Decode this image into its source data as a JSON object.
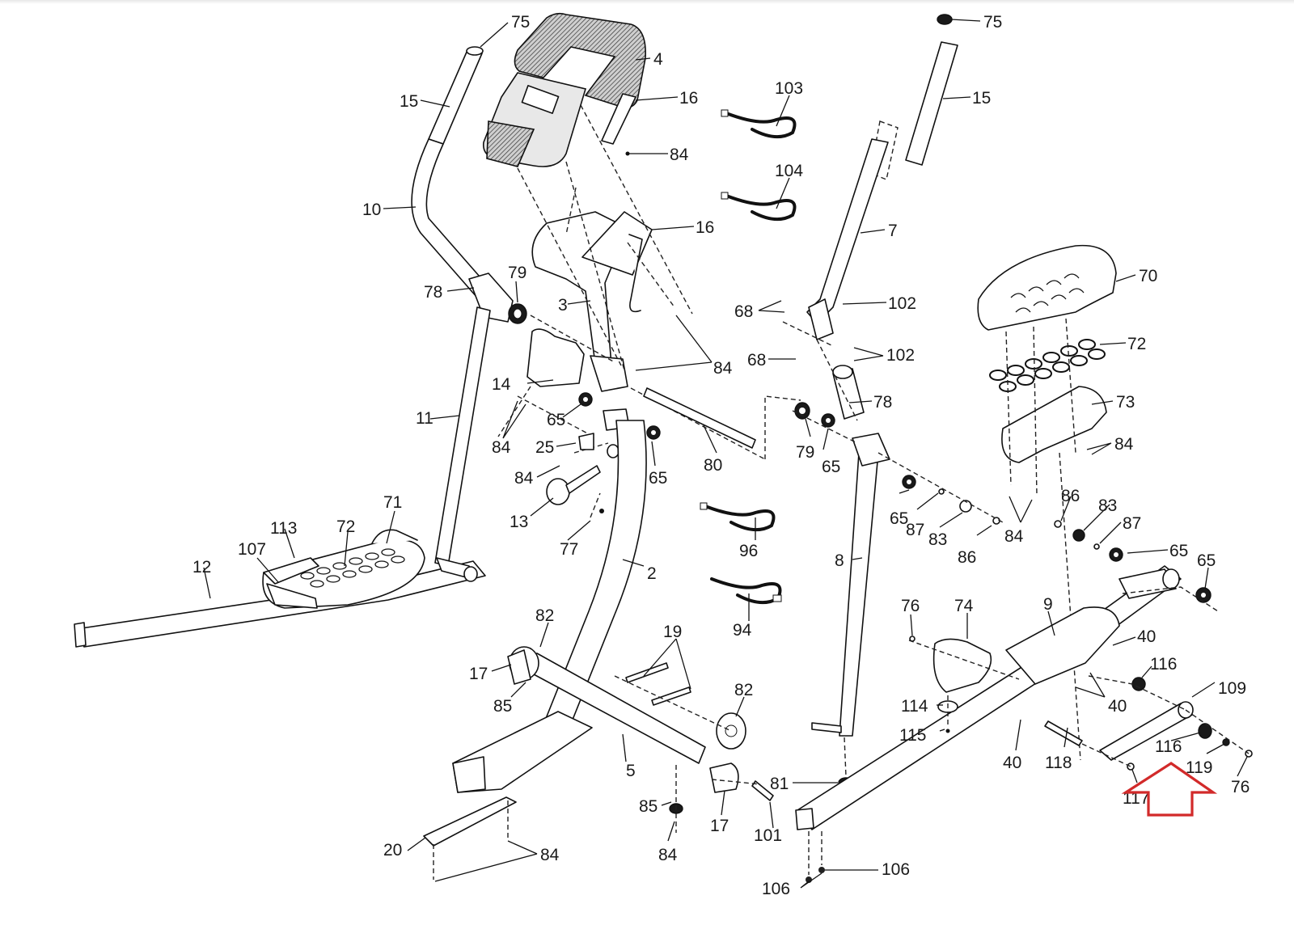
{
  "diagram": {
    "type": "exploded-parts-diagram",
    "subject": "elliptical trainer",
    "highlight": {
      "kind": "arrow",
      "color": "#d22a2a",
      "points_to_part": "116"
    },
    "callouts": [
      {
        "id": "c75a",
        "label": "75"
      },
      {
        "id": "c4",
        "label": "4"
      },
      {
        "id": "c15a",
        "label": "15"
      },
      {
        "id": "c16a",
        "label": "16"
      },
      {
        "id": "c84a",
        "label": "84"
      },
      {
        "id": "c10",
        "label": "10"
      },
      {
        "id": "c16b",
        "label": "16"
      },
      {
        "id": "c78a",
        "label": "78"
      },
      {
        "id": "c79a",
        "label": "79"
      },
      {
        "id": "c3",
        "label": "3"
      },
      {
        "id": "c84b",
        "label": "84"
      },
      {
        "id": "c14",
        "label": "14"
      },
      {
        "id": "c11",
        "label": "11"
      },
      {
        "id": "c65a",
        "label": "65"
      },
      {
        "id": "c84c",
        "label": "84"
      },
      {
        "id": "c25",
        "label": "25"
      },
      {
        "id": "c84d",
        "label": "84"
      },
      {
        "id": "c65b",
        "label": "65"
      },
      {
        "id": "c80",
        "label": "80"
      },
      {
        "id": "c13",
        "label": "13"
      },
      {
        "id": "c77",
        "label": "77"
      },
      {
        "id": "c71",
        "label": "71"
      },
      {
        "id": "c113",
        "label": "113"
      },
      {
        "id": "c72a",
        "label": "72"
      },
      {
        "id": "c107",
        "label": "107"
      },
      {
        "id": "c12",
        "label": "12"
      },
      {
        "id": "c2",
        "label": "2"
      },
      {
        "id": "c103",
        "label": "103"
      },
      {
        "id": "c104",
        "label": "104"
      },
      {
        "id": "c96",
        "label": "96"
      },
      {
        "id": "c94",
        "label": "94"
      },
      {
        "id": "c82a",
        "label": "82"
      },
      {
        "id": "c17a",
        "label": "17"
      },
      {
        "id": "c85a",
        "label": "85"
      },
      {
        "id": "c19",
        "label": "19"
      },
      {
        "id": "c82b",
        "label": "82"
      },
      {
        "id": "c5",
        "label": "5"
      },
      {
        "id": "c85b",
        "label": "85"
      },
      {
        "id": "c17b",
        "label": "17"
      },
      {
        "id": "c101",
        "label": "101"
      },
      {
        "id": "c84e",
        "label": "84"
      },
      {
        "id": "c20",
        "label": "20"
      },
      {
        "id": "c84f",
        "label": "84"
      },
      {
        "id": "c75b",
        "label": "75"
      },
      {
        "id": "c15b",
        "label": "15"
      },
      {
        "id": "c7",
        "label": "7"
      },
      {
        "id": "c68a",
        "label": "68"
      },
      {
        "id": "c102a",
        "label": "102"
      },
      {
        "id": "c68b",
        "label": "68"
      },
      {
        "id": "c102b",
        "label": "102"
      },
      {
        "id": "c78b",
        "label": "78"
      },
      {
        "id": "c79b",
        "label": "79"
      },
      {
        "id": "c65c",
        "label": "65"
      },
      {
        "id": "c65d",
        "label": "65"
      },
      {
        "id": "c87a",
        "label": "87"
      },
      {
        "id": "c83a",
        "label": "83"
      },
      {
        "id": "c86a",
        "label": "86"
      },
      {
        "id": "c8",
        "label": "8"
      },
      {
        "id": "c81",
        "label": "81"
      },
      {
        "id": "c70",
        "label": "70"
      },
      {
        "id": "c72b",
        "label": "72"
      },
      {
        "id": "c73",
        "label": "73"
      },
      {
        "id": "c84g",
        "label": "84"
      },
      {
        "id": "c84h",
        "label": "84"
      },
      {
        "id": "c86b",
        "label": "86"
      },
      {
        "id": "c83b",
        "label": "83"
      },
      {
        "id": "c87b",
        "label": "87"
      },
      {
        "id": "c65e",
        "label": "65"
      },
      {
        "id": "c65f",
        "label": "65"
      },
      {
        "id": "c76a",
        "label": "76"
      },
      {
        "id": "c74",
        "label": "74"
      },
      {
        "id": "c9",
        "label": "9"
      },
      {
        "id": "c40a",
        "label": "40"
      },
      {
        "id": "c116a",
        "label": "116"
      },
      {
        "id": "c109",
        "label": "109"
      },
      {
        "id": "c40b",
        "label": "40"
      },
      {
        "id": "c114",
        "label": "114"
      },
      {
        "id": "c115",
        "label": "115"
      },
      {
        "id": "c40c",
        "label": "40"
      },
      {
        "id": "c118",
        "label": "118"
      },
      {
        "id": "c116b",
        "label": "116"
      },
      {
        "id": "c119",
        "label": "119"
      },
      {
        "id": "c76b",
        "label": "76"
      },
      {
        "id": "c117",
        "label": "117"
      },
      {
        "id": "c106a",
        "label": "106"
      },
      {
        "id": "c106b",
        "label": "106"
      }
    ]
  }
}
